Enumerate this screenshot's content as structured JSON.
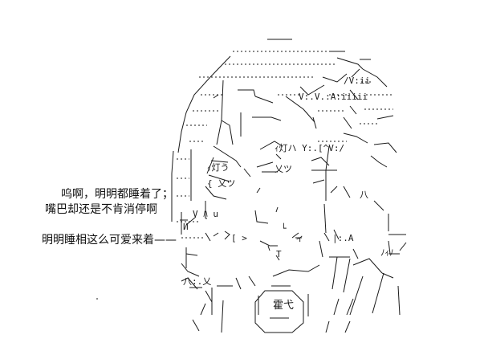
{
  "dialogue": {
    "line_1": "呜啊，明明都睡着了；",
    "line_2": "嘴巴却还是不肯消停啊",
    "line_3": "明明睡相这么可爱来着——"
  },
  "emblem": {
    "text": "霍弋"
  },
  "colors": {
    "background": "#ffffff",
    "ink": "#1a1a1a"
  }
}
